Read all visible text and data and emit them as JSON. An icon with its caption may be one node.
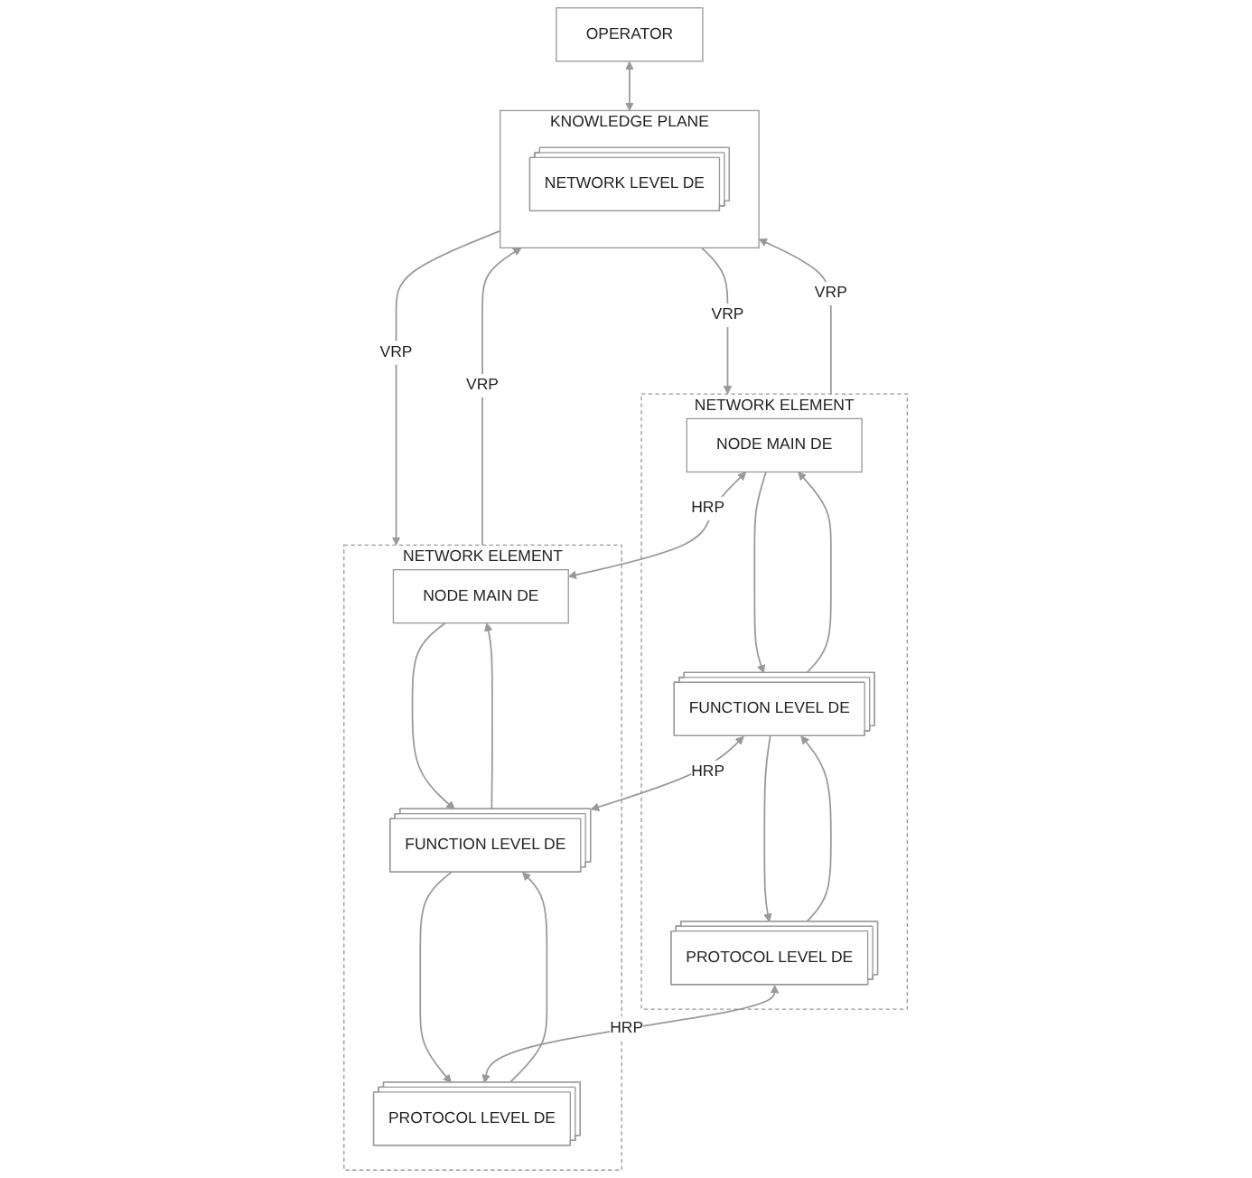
{
  "diagram": {
    "nodes": [
      {
        "text": [
          "OPERATOR"
        ]
      },
      {
        "text": [
          "KNOWLEDGE PLANE"
        ]
      },
      {
        "text": [
          "NETWORK LEVEL DE"
        ],
        "in": 1
      },
      {
        "text": [
          "NETWORK ELEMENT"
        ]
      },
      {
        "text": [
          "NODE MAIN DE"
        ],
        "in": 3
      },
      {
        "text": [
          "FUNCTION LEVEL DE"
        ],
        "in": 3
      },
      {
        "text": [
          "PROTOCOL LEVEL DE"
        ],
        "in": 3
      },
      {
        "text": [
          "NETWORK ELEMENT"
        ]
      },
      {
        "text": [
          "NODE MAIN DE"
        ],
        "in": 7
      },
      {
        "text": [
          "FUNCTION LEVEL DE"
        ],
        "in": 7
      },
      {
        "text": [
          "PROTOCOL LEVEL DE"
        ],
        "in": 7
      }
    ],
    "edges": [
      {
        "from": 0,
        "to": 1,
        "arrow": "both"
      },
      {
        "from": 3,
        "to": 1,
        "label": "VRP",
        "arrow": "to"
      },
      {
        "from": 1,
        "to": 3,
        "label": "VRP",
        "arrow": "to"
      },
      {
        "from": 7,
        "to": 1,
        "label": "VRP",
        "arrow": "to"
      },
      {
        "from": 1,
        "to": 7,
        "label": "VRP",
        "arrow": "to"
      },
      {
        "from": 4,
        "to": 8,
        "label": "HRP",
        "arrow": "both"
      },
      {
        "from": 5,
        "to": 4,
        "arrow": "to"
      },
      {
        "from": 4,
        "to": 5,
        "arrow": "to"
      },
      {
        "from": 8,
        "to": 9,
        "arrow": "to"
      },
      {
        "from": 9,
        "to": 8,
        "arrow": "to"
      },
      {
        "from": 5,
        "to": 9,
        "label": "HRP",
        "arrow": "both"
      },
      {
        "from": 6,
        "to": 5,
        "arrow": "to"
      },
      {
        "from": 5,
        "to": 6,
        "arrow": "to"
      },
      {
        "from": 9,
        "to": 10,
        "arrow": "to"
      },
      {
        "from": 10,
        "to": 9,
        "arrow": "to"
      },
      {
        "from": 6,
        "to": 10,
        "label": "HRP",
        "arrow": "both"
      }
    ]
  }
}
